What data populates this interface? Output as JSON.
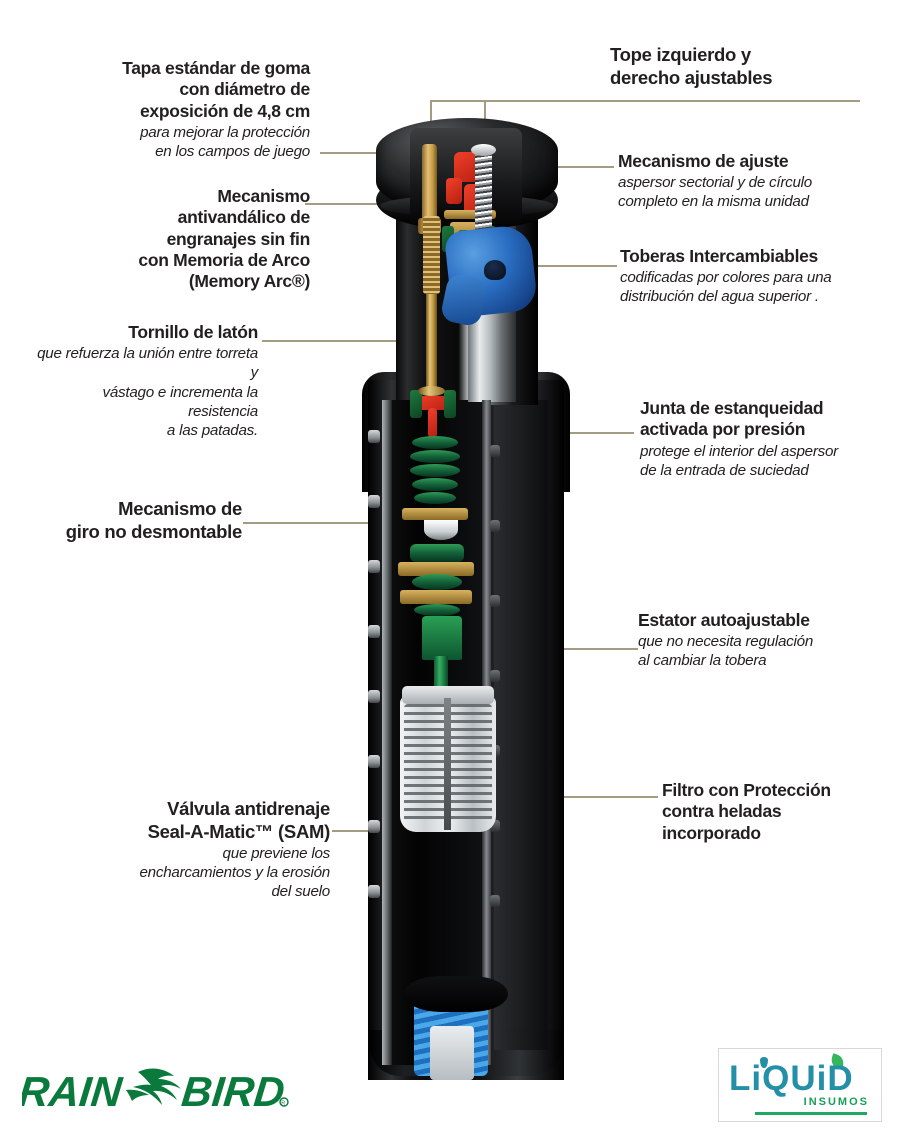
{
  "page": {
    "title": "Rain Bird rotor sprinkler cutaway — features diagram",
    "language": "es"
  },
  "callouts_left": [
    {
      "id": "tapa-estandar",
      "title": "Tapa estándar de goma\ncon diámetro de\nexposición de 4,8 cm",
      "title_lines": [
        "Tapa estándar de goma",
        "con diámetro de",
        "exposición de 4,8 cm"
      ],
      "sub_lines": [
        "para mejorar la protección",
        "en los campos de juego"
      ]
    },
    {
      "id": "mecanismo-antivandalico",
      "title_lines": [
        "Mecanismo",
        "antivandálico de",
        "engranajes sin fin",
        "con Memoria de Arco",
        "(Memory Arc®)"
      ],
      "sub_lines": []
    },
    {
      "id": "tornillo-de-laton",
      "title_lines": [
        "Tornillo de latón"
      ],
      "sub_lines": [
        "que refuerza la unión entre torreta y",
        "vástago e incrementa la resistencia",
        "a las patadas."
      ]
    },
    {
      "id": "mecanismo-de-giro",
      "title_lines": [
        "Mecanismo de",
        "giro no desmontable"
      ],
      "sub_lines": []
    },
    {
      "id": "valvula-antidrenaje",
      "title_lines": [
        "Válvula antidrenaje",
        "Seal-A-Matic™ (SAM)"
      ],
      "sub_lines": [
        "que previene los",
        "encharcamientos y la erosión",
        "del suelo"
      ]
    }
  ],
  "callouts_right": [
    {
      "id": "tope-izquierdo-derecho",
      "title_lines": [
        "Tope izquierdo y",
        "derecho ajustables"
      ],
      "sub_lines": []
    },
    {
      "id": "mecanismo-de-ajuste",
      "title_lines": [
        "Mecanismo de ajuste"
      ],
      "sub_lines": [
        "aspersor sectorial y de círculo",
        "completo en la misma unidad"
      ]
    },
    {
      "id": "toberas-intercambiables",
      "title_lines": [
        "Toberas Intercambiables"
      ],
      "sub_lines": [
        "codificadas por colores para una",
        "distribución del agua superior ."
      ]
    },
    {
      "id": "junta-de-estanqueidad",
      "title_lines": [
        "Junta de estanqueidad",
        "activada por presión"
      ],
      "sub_lines": [
        "protege el interior del aspersor",
        "de la entrada de suciedad"
      ]
    },
    {
      "id": "estator-autoajustable",
      "title_lines": [
        "Estator autoajustable"
      ],
      "sub_lines": [
        "que no necesita regulación",
        "al cambiar la tobera"
      ]
    },
    {
      "id": "filtro-proteccion-heladas",
      "title_lines": [
        "Filtro con Protección",
        "contra heladas",
        "incorporado"
      ],
      "sub_lines": []
    }
  ],
  "logos": {
    "rainbird": {
      "word_left": "RAIN",
      "word_right": "BIRD",
      "registered": "®",
      "color": "#0a7a3c"
    },
    "liquid": {
      "word": "LiQUiD",
      "tagline": "INSUMOS",
      "word_color": "#2390a8",
      "accent_color": "#1fa862"
    }
  },
  "colors": {
    "label_text": "#231f20",
    "leader_line": "#a59a82",
    "background": "#ffffff",
    "brass": "#d8b25e",
    "nozzle_blue": "#2a6fc4",
    "gear_green": "#14613a",
    "seal_red": "#d62f1c",
    "body_black": "#0a0a0b"
  }
}
